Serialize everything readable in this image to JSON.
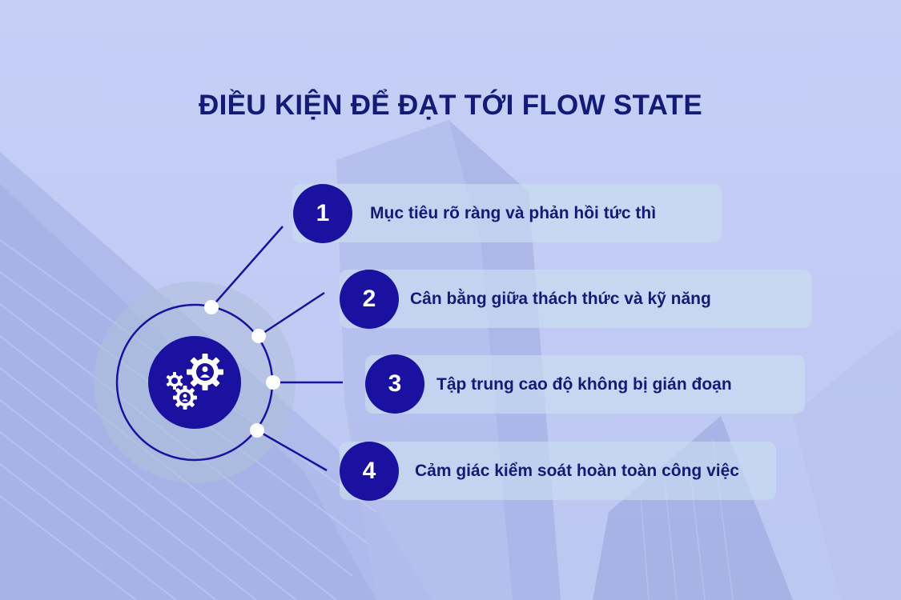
{
  "title": "ĐIỀU KIỆN ĐỂ ĐẠT TỚI FLOW STATE",
  "center_icon": "gears-with-people-icon",
  "colors": {
    "accent": "#1a11a0",
    "title": "#141a78",
    "background": "#c3cdf5",
    "pill": "#cbdef0"
  },
  "items": [
    {
      "number": "1",
      "text": "Mục tiêu rõ ràng và phản hồi tức thì"
    },
    {
      "number": "2",
      "text": "Cân bằng giữa thách thức và kỹ năng"
    },
    {
      "number": "3",
      "text": "Tập trung cao độ không bị gián đoạn"
    },
    {
      "number": "4",
      "text": "Cảm giác kiểm soát hoàn toàn công việc"
    }
  ]
}
